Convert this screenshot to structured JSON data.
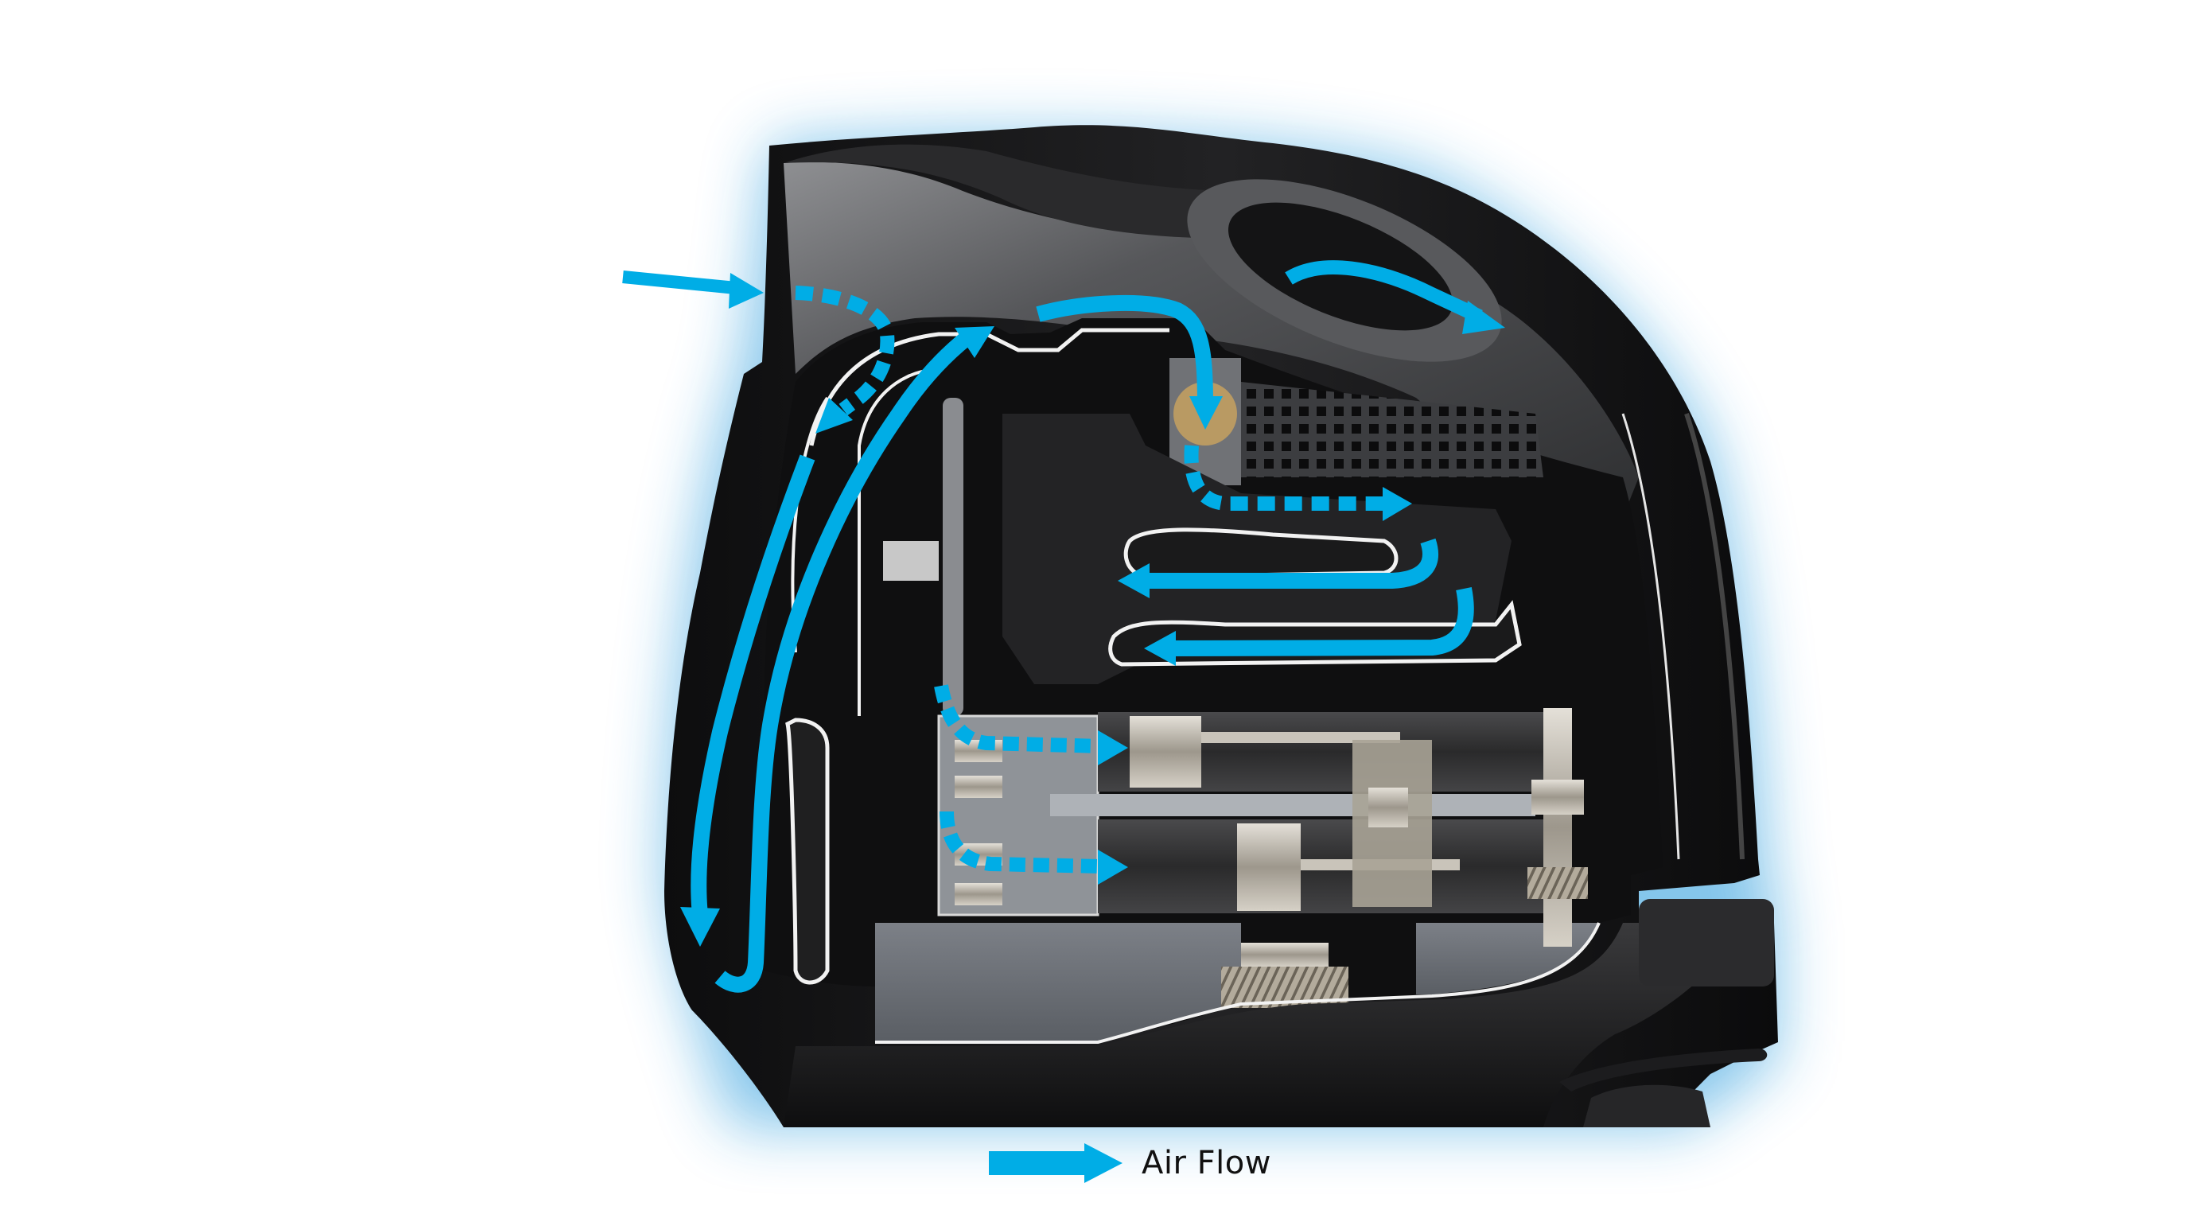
{
  "figure": {
    "subject": "outboard motor cutaway",
    "description": "Cutaway view of an outboard motor cowling showing cooling/intake air flow paths"
  },
  "legend": {
    "items": [
      {
        "icon": "solid-arrow-right-icon",
        "label": "Air Flow",
        "color": "#00ADE6"
      }
    ]
  },
  "colors": {
    "air_flow": "#00ADE6",
    "glow": "#7FC3EA",
    "cowl_dark": "#1a1a1c",
    "cowl_panel": "#4a4a4d",
    "engine_gray": "#6d7278",
    "metal": "#b9b4aa",
    "outline_white": "#f2f2f2",
    "background": "#ffffff"
  },
  "flows": [
    {
      "id": "intake-entry",
      "style": "solid",
      "description": "Air enters at rear top of cowling"
    },
    {
      "id": "intake-dashed-down",
      "style": "dashed",
      "description": "Air passes down behind cowl panel"
    },
    {
      "id": "left-duct-down",
      "style": "solid",
      "description": "Air travels down the rear duct"
    },
    {
      "id": "left-duct-up",
      "style": "solid",
      "description": "Air returns up the inner duct"
    },
    {
      "id": "throttle-down",
      "style": "solid",
      "description": "Air arches over and down into throttle body"
    },
    {
      "id": "plenum-right",
      "style": "dashed",
      "description": "Air spreads into intake plenum"
    },
    {
      "id": "runner-upper",
      "style": "solid",
      "description": "Air flows through upper intake runner"
    },
    {
      "id": "runner-lower",
      "style": "solid",
      "description": "Air flows through lower intake runner"
    },
    {
      "id": "cylinder-upper",
      "style": "dashed",
      "description": "Air enters upper cylinder"
    },
    {
      "id": "cylinder-lower",
      "style": "dashed",
      "description": "Air enters lower cylinder"
    },
    {
      "id": "exhaust-vent",
      "style": "solid",
      "description": "Air exits through top vent"
    }
  ]
}
